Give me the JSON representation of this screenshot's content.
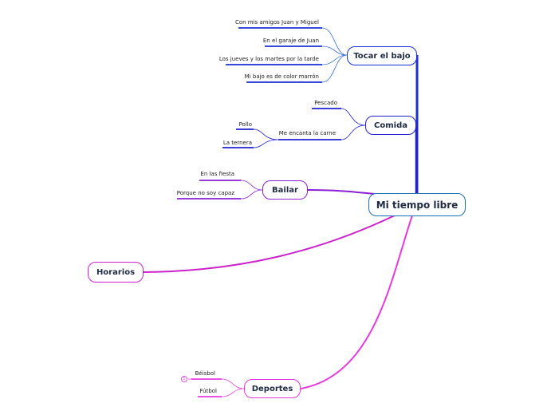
{
  "central": {
    "label": "Mi tiempo libre",
    "color": "#1c6fb8"
  },
  "branches": [
    {
      "label": "Tocar el bajo",
      "color": "#1a2fd6",
      "children": [
        "Con mis amigos Juan y Miguel",
        "En el garaje de Juan",
        "Los jueves y los martes por la tarde",
        "Mi bajo es de color marrón"
      ]
    },
    {
      "label": "Comida",
      "color": "#2020d0",
      "children": [
        "Pescado",
        "Me encanta la carne"
      ],
      "grandchildren": [
        "Pollo",
        "La ternera"
      ]
    },
    {
      "label": "Bailar",
      "color": "#8a1fd6",
      "children": [
        "En las fiesta",
        "Porque no soy capaz"
      ]
    },
    {
      "label": "Horarios",
      "color": "#cc22cc",
      "children": []
    },
    {
      "label": "Deportes",
      "color": "#e63adf",
      "children": [
        "Béisbol",
        "Fútbol"
      ],
      "badge": "0"
    }
  ]
}
